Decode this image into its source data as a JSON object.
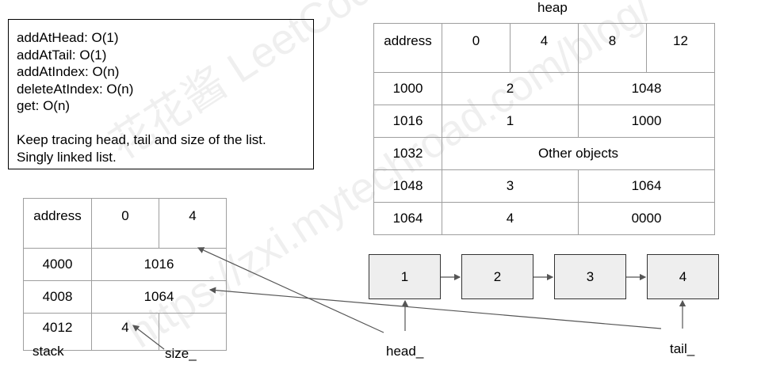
{
  "notes": {
    "lines": [
      "addAtHead: O(1)",
      "addAtTail: O(1)",
      "addAtIndex: O(n)",
      "deleteAtIndex: O(n)",
      "get: O(n)",
      "",
      "Keep tracing head, tail and size of the list.",
      "Singly linked list."
    ]
  },
  "heap": {
    "title": "heap",
    "header": [
      "address",
      "0",
      "4",
      "8",
      "12"
    ],
    "rows": [
      {
        "address": "1000",
        "a": "2",
        "b": "1048"
      },
      {
        "address": "1016",
        "a": "1",
        "b": "1000"
      },
      {
        "address": "1032",
        "merged": "Other objects"
      },
      {
        "address": "1048",
        "a": "3",
        "b": "1064"
      },
      {
        "address": "1064",
        "a": "4",
        "b": "0000"
      }
    ]
  },
  "stack": {
    "title": "stack",
    "header": [
      "address",
      "0",
      "4"
    ],
    "rows": [
      {
        "address": "4000",
        "value": "1016"
      },
      {
        "address": "4008",
        "value": "1064"
      },
      {
        "address": "4012",
        "a": "4",
        "b": ""
      }
    ]
  },
  "linked_list": {
    "nodes": [
      "1",
      "2",
      "3",
      "4"
    ]
  },
  "labels": {
    "head": "head_",
    "tail": "tail_",
    "size": "size_"
  },
  "watermark": {
    "line1": "花花酱 LeetCode",
    "line2": "https://zxi.mytechroad.com/blog/"
  },
  "colors": {
    "node_fill": "#eeeeee",
    "grid_line": "#9e9e9e",
    "arrow": "#555555"
  }
}
